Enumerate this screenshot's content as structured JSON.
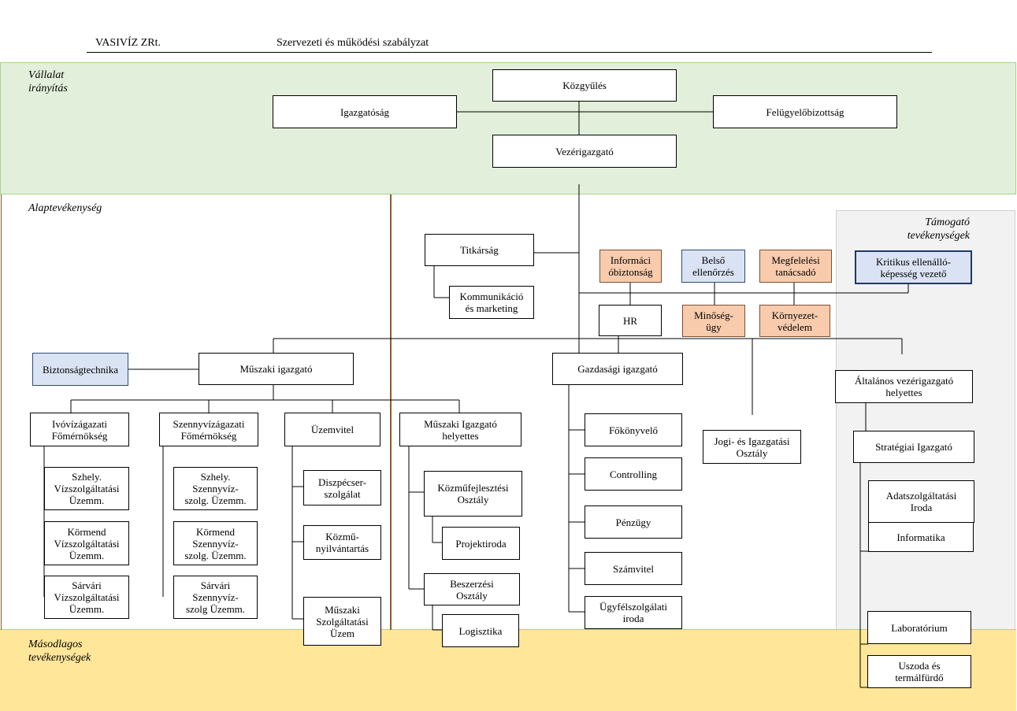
{
  "header": {
    "company": "VASIVÍZ ZRt.",
    "document": "Szervezeti és működési szabályzat"
  },
  "sections": {
    "vallalat": "Vállalat\nirányítás",
    "alap": "Alaptevékenység",
    "tamogato": "Támogató\ntevékenységek",
    "masodlagos": "Másodlagos\ntevékenységek"
  },
  "colors": {
    "top_band": "#e2efda",
    "bottom_band": "#ffe699",
    "support_band": "#f2f2f2",
    "orange_box": "#f8cbad",
    "blue_box": "#dae3f3",
    "divider": "#8b5a2b"
  },
  "boxes": {
    "kozgyules": "Közgyűlés",
    "igazgatosag": "Igazgatóság",
    "felugyelobizottsag": "Felügyelőbizottság",
    "vezerigazgato": "Vezérigazgató",
    "titkarsag": "Titkárság",
    "kommunikacio": "Kommunikáció\nés marketing",
    "informaciobiztonsag": "Informáci\nóbiztonság",
    "belso_ellenorzes": "Belső\nellenőrzés",
    "megfelelesi": "Megfelelési\ntanácsadó",
    "kritikus": "Kritikus ellenálló-\nképesség vezető",
    "hr": "HR",
    "minoseg": "Minőség-\nügy",
    "kornyezet": "Környezet-\nvédelem",
    "biztonsagtechnika": "Biztonságtechnika",
    "muszaki_igazgato": "Műszaki igazgató",
    "gazdasagi_igazgato": "Gazdasági igazgató",
    "altalanos_helyettes": "Általános vezérigazgató\nhelyettes",
    "ivoviz": "Ivóvízágazati\nFőmérnökség",
    "szennyviz": "Szennyvízágazati\nFőmérnökség",
    "uzemvitel": "Üzemvitel",
    "muszaki_helyettes": "Műszaki Igazgató\nhelyettes",
    "szhely_viz": "Szhely.\nVízszolgáltatási\nÜzemm.",
    "kormend_viz": "Körmend\nVízszolgáltatási\nÜzemm.",
    "sarvari_viz": "Sárvári\nVízszolgáltatási\nÜzemm.",
    "szhely_szenny": "Szhely.\nSzennyvíz-\nszolg. Üzemm.",
    "kormend_szenny": "Körmend\nSzennyvíz-\nszolg.  Üzemm.",
    "sarvari_szenny": "Sárvári\nSzennyvíz-\nszolg Üzemm.",
    "diszpecser": "Diszpécser-\nszolgálat",
    "kozmu_nyilv": "Közmű-\nnyilvántartás",
    "muszaki_szolg": "Műszaki\nSzolgáltatási\nÜzem",
    "kozmufejlesztesi": "Közműfejlesztési\nOsztály",
    "projektiroda": "Projektiroda",
    "beszerzesi": "Beszerzési\nOsztály",
    "logisztika": "Logisztika",
    "fokonyvelo": "Főkönyvelő",
    "controlling": "Controlling",
    "penzugy": "Pénzügy",
    "szamvitel": "Számvitel",
    "ugyfelszolgalati": "Ügyfélszolgálati\niroda",
    "jogi": "Jogi- és Igazgatási\nOsztály",
    "strategiai": "Stratégiai Igazgató",
    "adatszolgaltatasi": "Adatszolgáltatási\nIroda",
    "informatika": "Informatika",
    "laboratorium": "Laboratórium",
    "uszoda": "Uszoda és\ntermálfürdő"
  }
}
